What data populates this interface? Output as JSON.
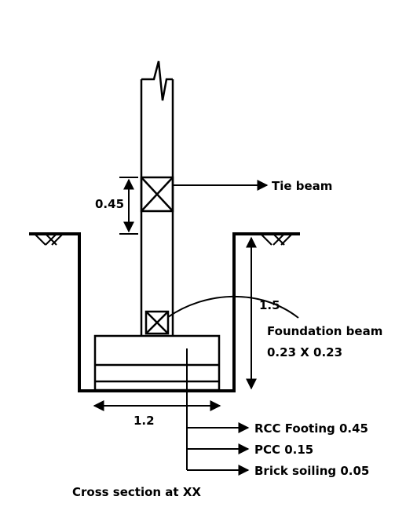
{
  "labels": {
    "tie_beam": "Tie beam",
    "tie_beam_height": "0.45",
    "excavation_depth": "1.5",
    "foundation_beam": "Foundation beam",
    "foundation_beam_size": "0.23 X 0.23",
    "footing_width": "1.2",
    "rcc_footing": "RCC Footing 0.45",
    "pcc": "PCC 0.15",
    "brick_soiling": "Brick soiling 0.05",
    "caption": "Cross section at XX"
  },
  "colors": {
    "ink": "#000000",
    "paper": "#ffffff"
  }
}
